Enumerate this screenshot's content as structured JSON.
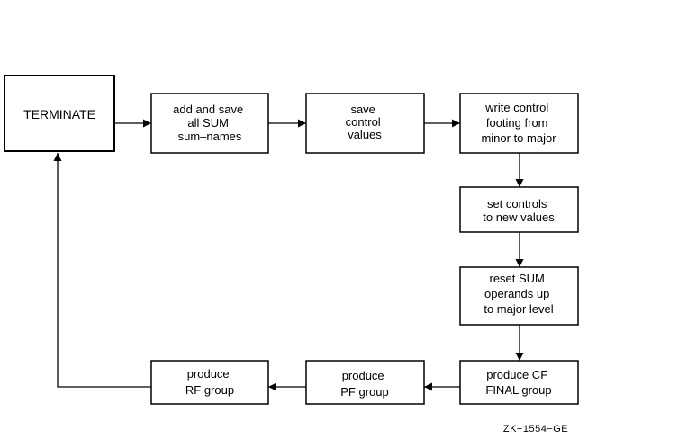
{
  "nodes": {
    "terminate": {
      "lines": [
        "TERMINATE"
      ]
    },
    "add_save_sum": {
      "lines": [
        "add and save",
        "all SUM",
        "sum–names"
      ]
    },
    "save_control": {
      "lines": [
        "save",
        "control",
        "values"
      ]
    },
    "write_control": {
      "lines": [
        "write control",
        "footing from",
        "minor to major"
      ]
    },
    "set_controls": {
      "lines": [
        "set controls",
        "to new values"
      ]
    },
    "reset_sum": {
      "lines": [
        "reset SUM",
        "operands up",
        "to major level"
      ]
    },
    "produce_cf": {
      "lines": [
        "produce CF",
        "FINAL group"
      ]
    },
    "produce_pf": {
      "lines": [
        "produce",
        "PF group"
      ]
    },
    "produce_rf": {
      "lines": [
        "produce",
        "RF group"
      ]
    }
  },
  "edges": [
    {
      "from": "terminate",
      "to": "add_save_sum"
    },
    {
      "from": "add_save_sum",
      "to": "save_control"
    },
    {
      "from": "save_control",
      "to": "write_control"
    },
    {
      "from": "write_control",
      "to": "set_controls"
    },
    {
      "from": "set_controls",
      "to": "reset_sum"
    },
    {
      "from": "reset_sum",
      "to": "produce_cf"
    },
    {
      "from": "produce_cf",
      "to": "produce_pf"
    },
    {
      "from": "produce_pf",
      "to": "produce_rf"
    },
    {
      "from": "produce_rf",
      "to": "terminate"
    }
  ],
  "figure_id": "ZK−1554−GE"
}
